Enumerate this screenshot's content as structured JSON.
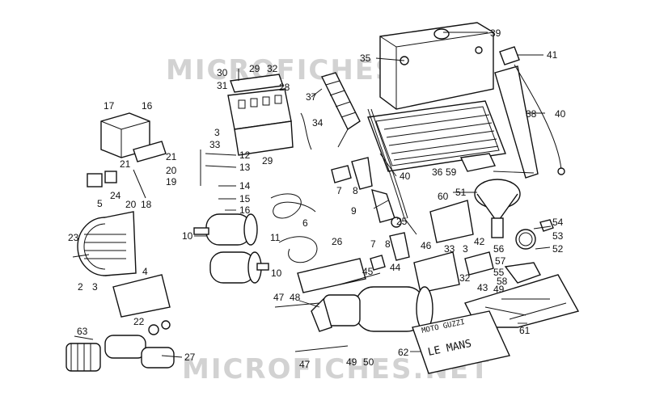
{
  "watermarks": [
    "MICROFICHES.NET",
    "MICROFICHES.NET"
  ],
  "plate_text": {
    "line1": "MOTO GUZZI",
    "line2": "LE MANS"
  },
  "labels": [
    {
      "id": "l39",
      "text": "39"
    },
    {
      "id": "l41",
      "text": "41"
    },
    {
      "id": "l35",
      "text": "35"
    },
    {
      "id": "l30",
      "text": "30"
    },
    {
      "id": "l29a",
      "text": "29"
    },
    {
      "id": "l32a",
      "text": "32"
    },
    {
      "id": "l31",
      "text": "31"
    },
    {
      "id": "l28",
      "text": "28"
    },
    {
      "id": "l37",
      "text": "37"
    },
    {
      "id": "l38",
      "text": "38"
    },
    {
      "id": "l40a",
      "text": "40"
    },
    {
      "id": "l17",
      "text": "17"
    },
    {
      "id": "l16",
      "text": "16"
    },
    {
      "id": "l34",
      "text": "34"
    },
    {
      "id": "l3a",
      "text": "3"
    },
    {
      "id": "l33a",
      "text": "33"
    },
    {
      "id": "l29b",
      "text": "29"
    },
    {
      "id": "l12",
      "text": "12"
    },
    {
      "id": "l13",
      "text": "13"
    },
    {
      "id": "l21a",
      "text": "21"
    },
    {
      "id": "l20a",
      "text": "20"
    },
    {
      "id": "l21b",
      "text": "21"
    },
    {
      "id": "l19",
      "text": "19"
    },
    {
      "id": "l24",
      "text": "24"
    },
    {
      "id": "l5",
      "text": "5"
    },
    {
      "id": "l20b",
      "text": "20"
    },
    {
      "id": "l18",
      "text": "18"
    },
    {
      "id": "l36",
      "text": "36"
    },
    {
      "id": "l59",
      "text": "59"
    },
    {
      "id": "l40b",
      "text": "40"
    },
    {
      "id": "l7a",
      "text": "7"
    },
    {
      "id": "l8a",
      "text": "8"
    },
    {
      "id": "l14",
      "text": "14"
    },
    {
      "id": "l15",
      "text": "15"
    },
    {
      "id": "l16b",
      "text": "16"
    },
    {
      "id": "l51",
      "text": "51"
    },
    {
      "id": "l60",
      "text": "60"
    },
    {
      "id": "l9",
      "text": "9"
    },
    {
      "id": "l25",
      "text": "25"
    },
    {
      "id": "l6",
      "text": "6"
    },
    {
      "id": "l10a",
      "text": "10"
    },
    {
      "id": "l11",
      "text": "11"
    },
    {
      "id": "l54",
      "text": "54"
    },
    {
      "id": "l53",
      "text": "53"
    },
    {
      "id": "l23",
      "text": "23"
    },
    {
      "id": "l26",
      "text": "26"
    },
    {
      "id": "l7b",
      "text": "7"
    },
    {
      "id": "l8b",
      "text": "8"
    },
    {
      "id": "l46",
      "text": "46"
    },
    {
      "id": "l33b",
      "text": "33"
    },
    {
      "id": "l3b",
      "text": "3"
    },
    {
      "id": "l42",
      "text": "42"
    },
    {
      "id": "l56",
      "text": "56"
    },
    {
      "id": "l52",
      "text": "52"
    },
    {
      "id": "l57",
      "text": "57"
    },
    {
      "id": "l55",
      "text": "55"
    },
    {
      "id": "l10b",
      "text": "10"
    },
    {
      "id": "l44",
      "text": "44"
    },
    {
      "id": "l32b",
      "text": "32"
    },
    {
      "id": "l4",
      "text": "4"
    },
    {
      "id": "l45",
      "text": "45"
    },
    {
      "id": "l2",
      "text": "2"
    },
    {
      "id": "l3c",
      "text": "3"
    },
    {
      "id": "l58",
      "text": "58"
    },
    {
      "id": "l43",
      "text": "43"
    },
    {
      "id": "l49a",
      "text": "49"
    },
    {
      "id": "l48",
      "text": "48"
    },
    {
      "id": "l47a",
      "text": "47"
    },
    {
      "id": "l22",
      "text": "22"
    },
    {
      "id": "l61",
      "text": "61"
    },
    {
      "id": "l63",
      "text": "63"
    },
    {
      "id": "l27",
      "text": "27"
    },
    {
      "id": "l62",
      "text": "62"
    },
    {
      "id": "l49b",
      "text": "49"
    },
    {
      "id": "l50",
      "text": "50"
    },
    {
      "id": "l47b",
      "text": "47"
    }
  ]
}
